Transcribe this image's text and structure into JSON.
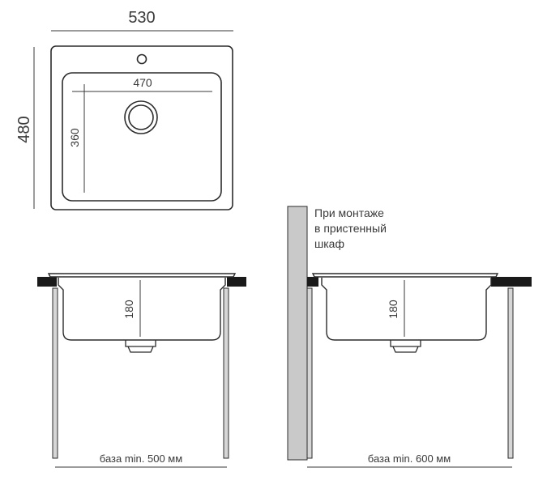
{
  "top_view": {
    "width_dim": "530",
    "height_dim": "480",
    "bowl_width_dim": "470",
    "bowl_height_dim": "360"
  },
  "side_view_left": {
    "depth_dim": "180",
    "base_note": "база min. 500 мм"
  },
  "side_view_right": {
    "depth_dim": "180",
    "base_note": "база min. 600 мм",
    "wall_note_lines": [
      "При монтаже",
      "в пристенный",
      "шкаф"
    ]
  },
  "colors": {
    "line": "#2b2b2b",
    "dim_line": "#3a3a3a",
    "countertop": "#1a1a1a",
    "wall_fill": "#c9c9c9",
    "leg_fill": "#d6d6d6"
  }
}
